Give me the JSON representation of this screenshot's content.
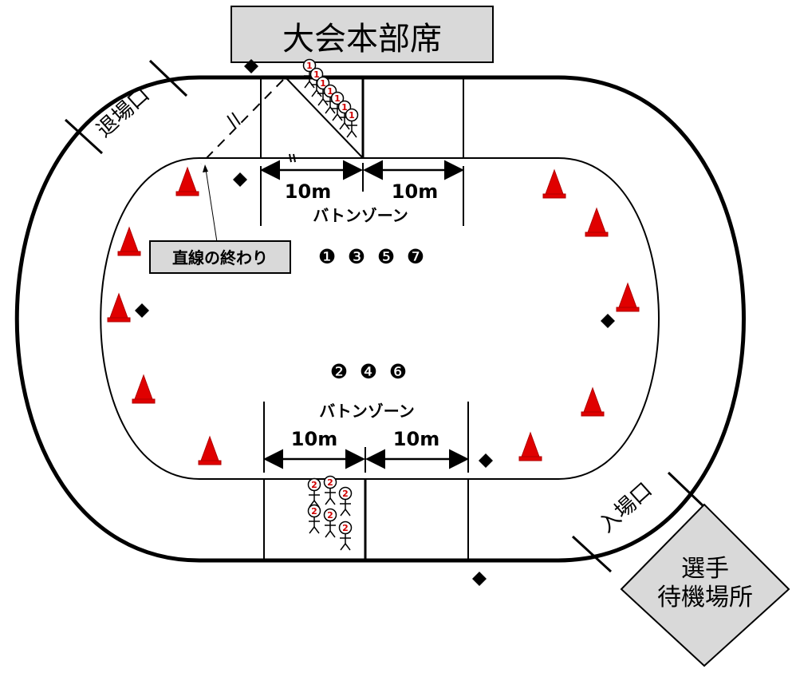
{
  "header_box": {
    "label": "大会本部席"
  },
  "exit_label": "退場口",
  "entrance_label": "入場口",
  "waiting_area": {
    "line1": "選手",
    "line2": "待機場所"
  },
  "straight_end_label": "直線の終わり",
  "top_zone": {
    "left_distance": "10m",
    "right_distance": "10m",
    "label": "バトンゾーン"
  },
  "bottom_zone": {
    "left_distance": "10m",
    "right_distance": "10m",
    "label": "バトンゾーン"
  },
  "odd_legs": [
    "❶",
    "❸",
    "❺",
    "❼"
  ],
  "even_legs": [
    "❷",
    "❹",
    "❻"
  ],
  "runner_group_top": "1",
  "runner_group_bottom": "2",
  "colors": {
    "cone": "#e00000",
    "runner_badge": "#d00000",
    "box_fill": "#d9d9d9"
  },
  "icons": [
    "cone-icon",
    "diamond-marker-icon",
    "runner-icon"
  ]
}
